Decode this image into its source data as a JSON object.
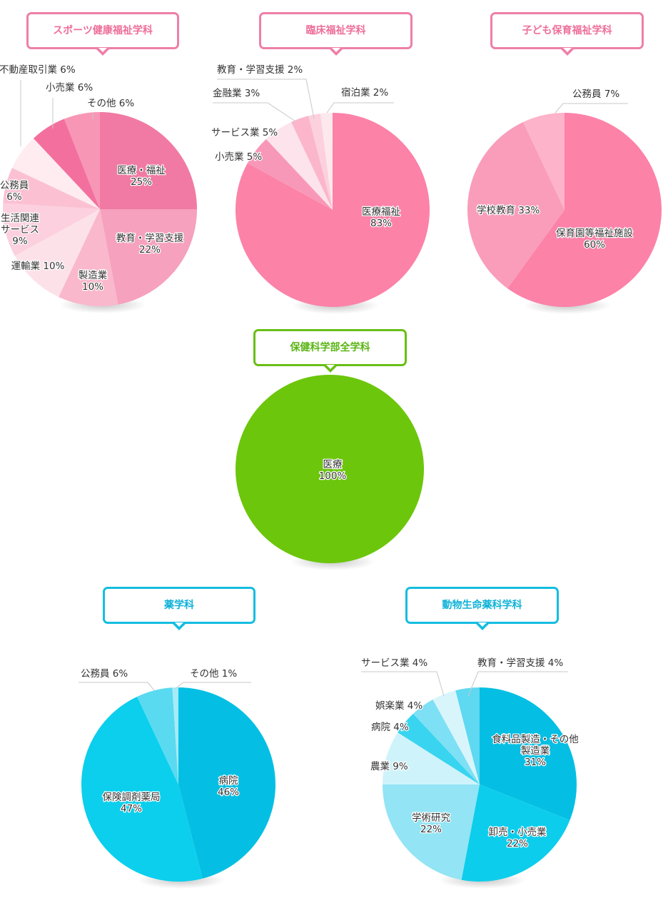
{
  "titles": {
    "sports": "スポーツ健康福祉学科",
    "clinical": "臨床福祉学科",
    "child": "子ども保育福祉学科",
    "all": "保健科学部全学科",
    "pharmacy": "薬学科",
    "animal": "動物生命薬科学科"
  },
  "colors": {
    "pink": "#ee7fa8",
    "green": "#69bf16",
    "blue": "#14bde0"
  },
  "chart_data": [
    {
      "type": "pie",
      "title": "スポーツ健康福祉学科",
      "slices": [
        {
          "label": "医療・福祉",
          "value": 25,
          "color": "#f07aa3",
          "lines": [
            "医療・福祉",
            "25%"
          ]
        },
        {
          "label": "教育・学習支援",
          "value": 22,
          "color": "#f6a1be",
          "lines": [
            "教育・学習支援",
            "22%"
          ]
        },
        {
          "label": "製造業",
          "value": 10,
          "color": "#fab8cc",
          "lines": [
            "製造業",
            "10%"
          ]
        },
        {
          "label": "運輸業",
          "value": 10,
          "color": "#fde1e9",
          "lines": [
            "運輸業 10%"
          ]
        },
        {
          "label": "生活関連サービス",
          "value": 9,
          "color": "#fcd0de",
          "lines": [
            "生活関連",
            "サービス",
            "9%"
          ]
        },
        {
          "label": "公務員",
          "value": 6,
          "color": "#fbc1d3",
          "lines": [
            "公務員",
            "6%"
          ]
        },
        {
          "label": "不動産取引業",
          "value": 6,
          "color": "#feecf1",
          "lines": [
            "不動産取引業 6%"
          ]
        },
        {
          "label": "小売業",
          "value": 6,
          "color": "#f3709e",
          "lines": [
            "小売業 6%"
          ]
        },
        {
          "label": "その他",
          "value": 6,
          "color": "#f896b6",
          "lines": [
            "その他 6%"
          ]
        }
      ]
    },
    {
      "type": "pie",
      "title": "臨床福祉学科",
      "slices": [
        {
          "label": "医療福祉",
          "value": 83,
          "color": "#fc82a8",
          "lines": [
            "医療福祉",
            "83%"
          ]
        },
        {
          "label": "小売業",
          "value": 5,
          "color": "#f898b8",
          "lines": [
            "小売業 5%"
          ]
        },
        {
          "label": "サービス業",
          "value": 5,
          "color": "#fde3eb",
          "lines": [
            "サービス業  5%"
          ]
        },
        {
          "label": "金融業",
          "value": 3,
          "color": "#fbb6cb",
          "lines": [
            "金融業 3%"
          ]
        },
        {
          "label": "教育・学習支援",
          "value": 2,
          "color": "#fcd0dd",
          "lines": [
            "教育・学習支援 2%"
          ]
        },
        {
          "label": "宿泊業",
          "value": 2,
          "color": "#fde8ee",
          "lines": [
            "宿泊業 2%"
          ]
        }
      ]
    },
    {
      "type": "pie",
      "title": "子ども保育福祉学科",
      "slices": [
        {
          "label": "保育園等福祉施設",
          "value": 60,
          "color": "#fc82a8",
          "lines": [
            "保育園等福祉施設",
            "60%"
          ]
        },
        {
          "label": "学校教育",
          "value": 33,
          "color": "#f99dbb",
          "lines": [
            "学校教育 33%"
          ]
        },
        {
          "label": "公務員",
          "value": 7,
          "color": "#fdb3c9",
          "lines": [
            "公務員 7%"
          ]
        }
      ]
    },
    {
      "type": "pie",
      "title": "保健科学部全学科",
      "slices": [
        {
          "label": "医療",
          "value": 100,
          "color": "#6cc60b",
          "lines": [
            "医療",
            "100%"
          ]
        }
      ]
    },
    {
      "type": "pie",
      "title": "薬学科",
      "slices": [
        {
          "label": "病院",
          "value": 46,
          "color": "#04bfe3",
          "lines": [
            "病院",
            "46%"
          ]
        },
        {
          "label": "保険調剤薬局",
          "value": 47,
          "color": "#0bcfed",
          "lines": [
            "保険調剤薬局",
            "47%"
          ]
        },
        {
          "label": "公務員",
          "value": 6,
          "color": "#59daf0",
          "lines": [
            "公務員 6%"
          ]
        },
        {
          "label": "その他",
          "value": 1,
          "color": "#a5ebf8",
          "lines": [
            "その他  1%"
          ]
        }
      ]
    },
    {
      "type": "pie",
      "title": "動物生命薬科学科",
      "slices": [
        {
          "label": "食料品製造・その他製造業",
          "value": 31,
          "color": "#04bfe3",
          "lines": [
            "食料品製造・その他",
            "製造業",
            "31%"
          ]
        },
        {
          "label": "卸売・小売業",
          "value": 22,
          "color": "#0dcdec",
          "lines": [
            "卸売・小売業",
            "22%"
          ]
        },
        {
          "label": "学術研究",
          "value": 22,
          "color": "#93e4f4",
          "lines": [
            "学術研究",
            "22%"
          ]
        },
        {
          "label": "農業",
          "value": 9,
          "color": "#cff3fb",
          "lines": [
            "農業 9%"
          ]
        },
        {
          "label": "病院",
          "value": 4,
          "color": "#39d4ef",
          "lines": [
            "病院  4%"
          ]
        },
        {
          "label": "娯楽業",
          "value": 4,
          "color": "#7ee0f4",
          "lines": [
            "娯楽業  4%"
          ]
        },
        {
          "label": "サービス業",
          "value": 4,
          "color": "#d8f5fc",
          "lines": [
            "サービス業  4%"
          ]
        },
        {
          "label": "教育・学習支援",
          "value": 4,
          "color": "#5fd8f1",
          "lines": [
            "教育・学習支援  4%"
          ]
        }
      ]
    }
  ]
}
